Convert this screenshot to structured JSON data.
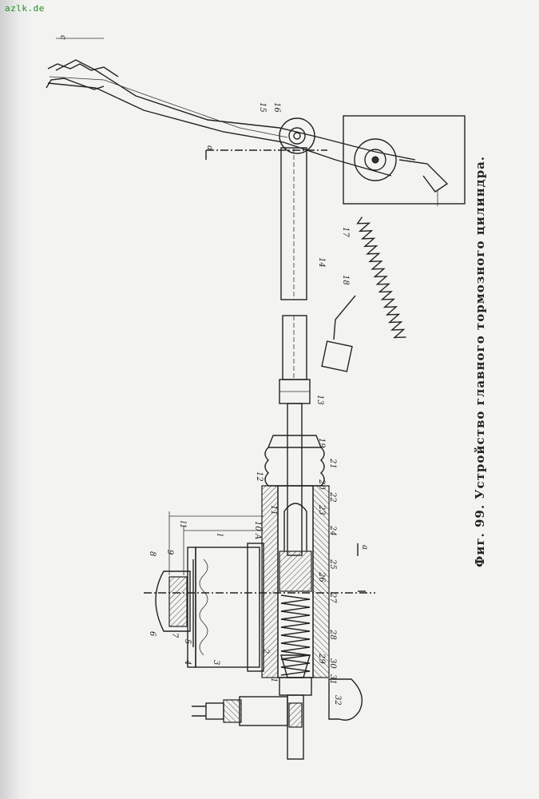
{
  "watermark": "azlk.de",
  "caption": "Фиг. 99. Устройство главного тормозного цилиндра.",
  "callouts": [
    "1",
    "2",
    "3",
    "4",
    "5",
    "6",
    "7",
    "8",
    "9",
    "10",
    "11",
    "12",
    "13",
    "14",
    "15",
    "16",
    "17",
    "18",
    "19",
    "20",
    "21",
    "22",
    "23",
    "24",
    "25",
    "26",
    "27",
    "28",
    "29",
    "30",
    "31",
    "32"
  ],
  "dimension_labels": [
    "A",
    "a",
    "a",
    "c",
    "l1",
    "l"
  ],
  "colors": {
    "ink": "#222222",
    "paper": "#f3f3f1",
    "watermark": "#1f8f1f"
  }
}
